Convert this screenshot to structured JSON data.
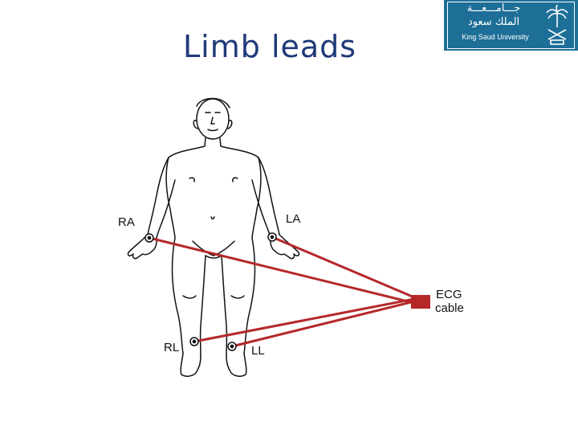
{
  "slide": {
    "title": "Limb leads"
  },
  "logo": {
    "arabic_line1": "جـــامـــعـــة",
    "arabic_line2": "الملك سعود",
    "english": "King Saud University"
  },
  "diagram": {
    "labels": {
      "ra": "RA",
      "la": "LA",
      "rl": "RL",
      "ll": "LL",
      "cable_line1": "ECG",
      "cable_line2": "cable"
    },
    "colors": {
      "lead_wire": "#b5282a",
      "outline": "#111111"
    }
  }
}
